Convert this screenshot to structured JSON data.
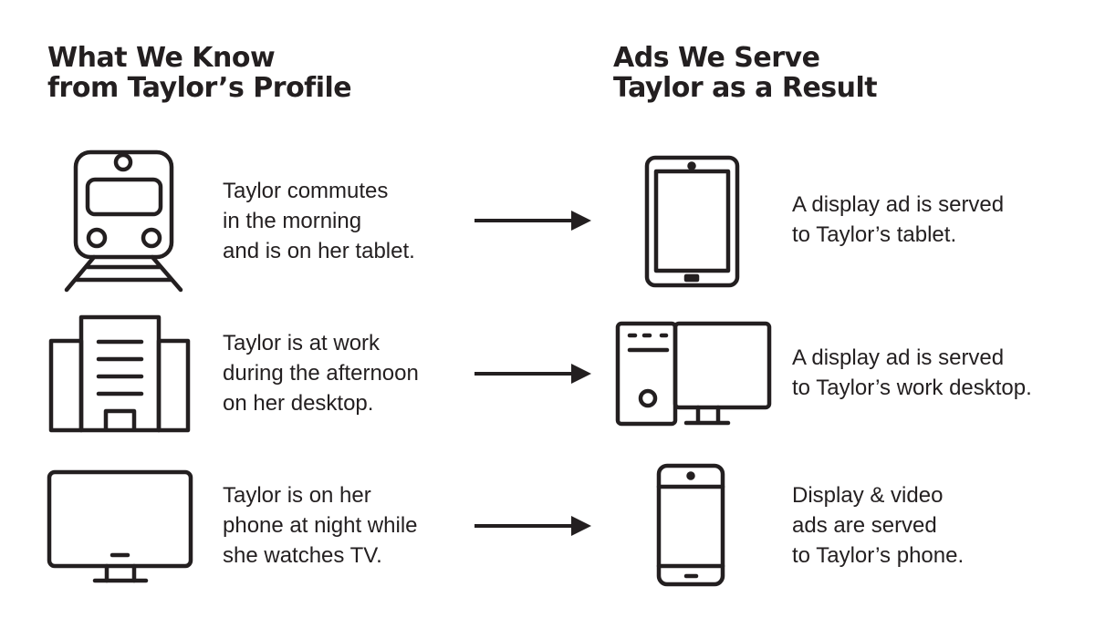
{
  "left_heading": {
    "line1": "What We Know",
    "line2": "from Taylor’s Profile"
  },
  "right_heading": {
    "line1": "Ads We Serve",
    "line2": "Taylor as a Result"
  },
  "rows": [
    {
      "profile_icon": "train-icon",
      "profile_lines": [
        "Taylor commutes",
        "in the morning",
        "and is on her tablet."
      ],
      "ad_icon": "tablet-icon",
      "ad_lines": [
        "A display ad is served",
        "to Taylor’s tablet."
      ]
    },
    {
      "profile_icon": "office-building-icon",
      "profile_lines": [
        "Taylor is at work",
        "during the afternoon",
        "on her desktop."
      ],
      "ad_icon": "desktop-computer-icon",
      "ad_lines": [
        "A display ad is served",
        "to Taylor’s work desktop."
      ]
    },
    {
      "profile_icon": "tv-icon",
      "profile_lines": [
        "Taylor is on her",
        "phone at night while",
        "she watches TV."
      ],
      "ad_icon": "smartphone-icon",
      "ad_lines": [
        "Display & video",
        "ads are served",
        "to Taylor’s phone."
      ]
    }
  ],
  "colors": {
    "ink": "#231f20",
    "background": "#ffffff"
  }
}
